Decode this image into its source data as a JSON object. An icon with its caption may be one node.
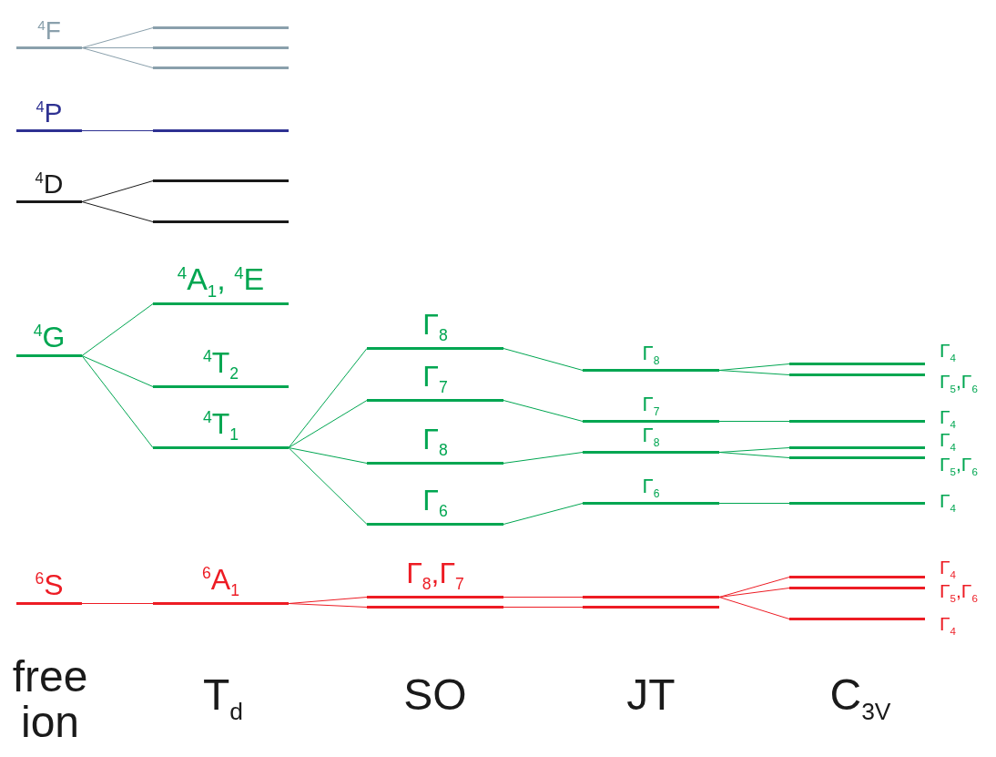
{
  "diagram": {
    "nodes": [
      {
        "text": [
          "$^{4}$F"
        ]
      },
      {
        "text": [
          "$^{4}$P"
        ]
      },
      {
        "text": [
          "$^{4}$D"
        ]
      },
      {
        "text": [
          "$^{4}$G"
        ]
      },
      {
        "text": [
          "$^{6}$S"
        ]
      },
      {
        "text": [],
        "shape": "bar"
      },
      {
        "text": [],
        "shape": "bar"
      },
      {
        "text": [],
        "shape": "bar"
      },
      {
        "text": [],
        "shape": "bar"
      },
      {
        "text": [],
        "shape": "bar"
      },
      {
        "text": [],
        "shape": "bar"
      },
      {
        "text": [
          "$^{4}$A$_{1}$, $^{4}$E"
        ]
      },
      {
        "text": [
          "$^{4}$T$_{2}$"
        ]
      },
      {
        "text": [
          "$^{4}$T$_{1}$"
        ]
      },
      {
        "text": [
          "$^{6}$A$_{1}$"
        ]
      },
      {
        "text": [
          "Γ$_{8}$"
        ]
      },
      {
        "text": [
          "Γ$_{7}$"
        ]
      },
      {
        "text": [
          "Γ$_{8}$"
        ]
      },
      {
        "text": [
          "Γ$_{6}$"
        ]
      },
      {
        "text": [
          "Γ$_{8}$,Γ$_{7}$"
        ]
      },
      {
        "text": [],
        "shape": "bar"
      },
      {
        "text": [
          "Γ$_{8}$"
        ]
      },
      {
        "text": [
          "Γ$_{7}$"
        ]
      },
      {
        "text": [
          "Γ$_{8}$"
        ]
      },
      {
        "text": [
          "Γ$_{6}$"
        ]
      },
      {
        "text": [],
        "shape": "bar"
      },
      {
        "text": [],
        "shape": "bar"
      },
      {
        "text": [],
        "beside": [
          "Γ$_{4}$"
        ],
        "shape": "bar"
      },
      {
        "text": [],
        "beside": [
          "Γ$_{5}$,Γ$_{6}$"
        ],
        "shape": "bar"
      },
      {
        "text": [],
        "beside": [
          "Γ$_{4}$"
        ],
        "shape": "bar"
      },
      {
        "text": [],
        "beside": [
          "Γ$_{4}$"
        ],
        "shape": "bar"
      },
      {
        "text": [],
        "beside": [
          "Γ$_{5}$,Γ$_{6}$"
        ],
        "shape": "bar"
      },
      {
        "text": [],
        "beside": [
          "Γ$_{4}$"
        ],
        "shape": "bar"
      },
      {
        "text": [],
        "beside": [
          "Γ$_{4}$"
        ],
        "shape": "bar"
      },
      {
        "text": [],
        "beside": [
          "Γ$_{5}$,Γ$_{6}$"
        ],
        "shape": "bar"
      },
      {
        "text": [],
        "beside": [
          "Γ$_{4}$"
        ],
        "shape": "bar"
      }
    ],
    "edges": [
      {
        "from": 0,
        "to": 5,
        "arrow": "none",
        "color": "#8aa0ac"
      },
      {
        "from": 0,
        "to": 6,
        "arrow": "none",
        "color": "#8aa0ac"
      },
      {
        "from": 0,
        "to": 7,
        "arrow": "none",
        "color": "#8aa0ac"
      },
      {
        "from": 1,
        "to": 8,
        "arrow": "none",
        "color": "#2e3192"
      },
      {
        "from": 2,
        "to": 9,
        "arrow": "none",
        "color": "#1a1a1a"
      },
      {
        "from": 2,
        "to": 10,
        "arrow": "none",
        "color": "#1a1a1a"
      },
      {
        "from": 3,
        "to": 11,
        "arrow": "none"
      },
      {
        "from": 3,
        "to": 12,
        "arrow": "none"
      },
      {
        "from": 3,
        "to": 13,
        "arrow": "none"
      },
      {
        "from": 4,
        "to": 14,
        "arrow": "none",
        "color": "#ed1c24"
      },
      {
        "from": 13,
        "to": 15,
        "arrow": "none"
      },
      {
        "from": 13,
        "to": 16,
        "arrow": "none"
      },
      {
        "from": 13,
        "to": 17,
        "arrow": "none"
      },
      {
        "from": 13,
        "to": 18,
        "arrow": "none"
      },
      {
        "from": 14,
        "to": 19,
        "arrow": "none",
        "color": "#ed1c24"
      },
      {
        "from": 14,
        "to": 20,
        "arrow": "none",
        "color": "#ed1c24"
      },
      {
        "from": 15,
        "to": 21,
        "arrow": "none"
      },
      {
        "from": 16,
        "to": 22,
        "arrow": "none"
      },
      {
        "from": 17,
        "to": 23,
        "arrow": "none"
      },
      {
        "from": 18,
        "to": 24,
        "arrow": "none"
      },
      {
        "from": 19,
        "to": 25,
        "arrow": "none",
        "color": "#ed1c24"
      },
      {
        "from": 20,
        "to": 26,
        "arrow": "none",
        "color": "#ed1c24"
      },
      {
        "from": 21,
        "to": 27,
        "arrow": "none"
      },
      {
        "from": 21,
        "to": 28,
        "arrow": "none"
      },
      {
        "from": 22,
        "to": 29,
        "arrow": "none"
      },
      {
        "from": 23,
        "to": 30,
        "arrow": "none"
      },
      {
        "from": 23,
        "to": 31,
        "arrow": "none"
      },
      {
        "from": 24,
        "to": 32,
        "arrow": "none"
      },
      {
        "from": 25,
        "to": 33,
        "arrow": "none",
        "color": "#ed1c24"
      },
      {
        "from": 25,
        "to": 34,
        "arrow": "none",
        "color": "#ed1c24"
      },
      {
        "from": 25,
        "to": 35,
        "arrow": "none",
        "color": "#ed1c24"
      }
    ],
    "labels": [
      "free ion",
      "T$_{d}$",
      "SO",
      "JT",
      "C$_{3V}$"
    ]
  }
}
